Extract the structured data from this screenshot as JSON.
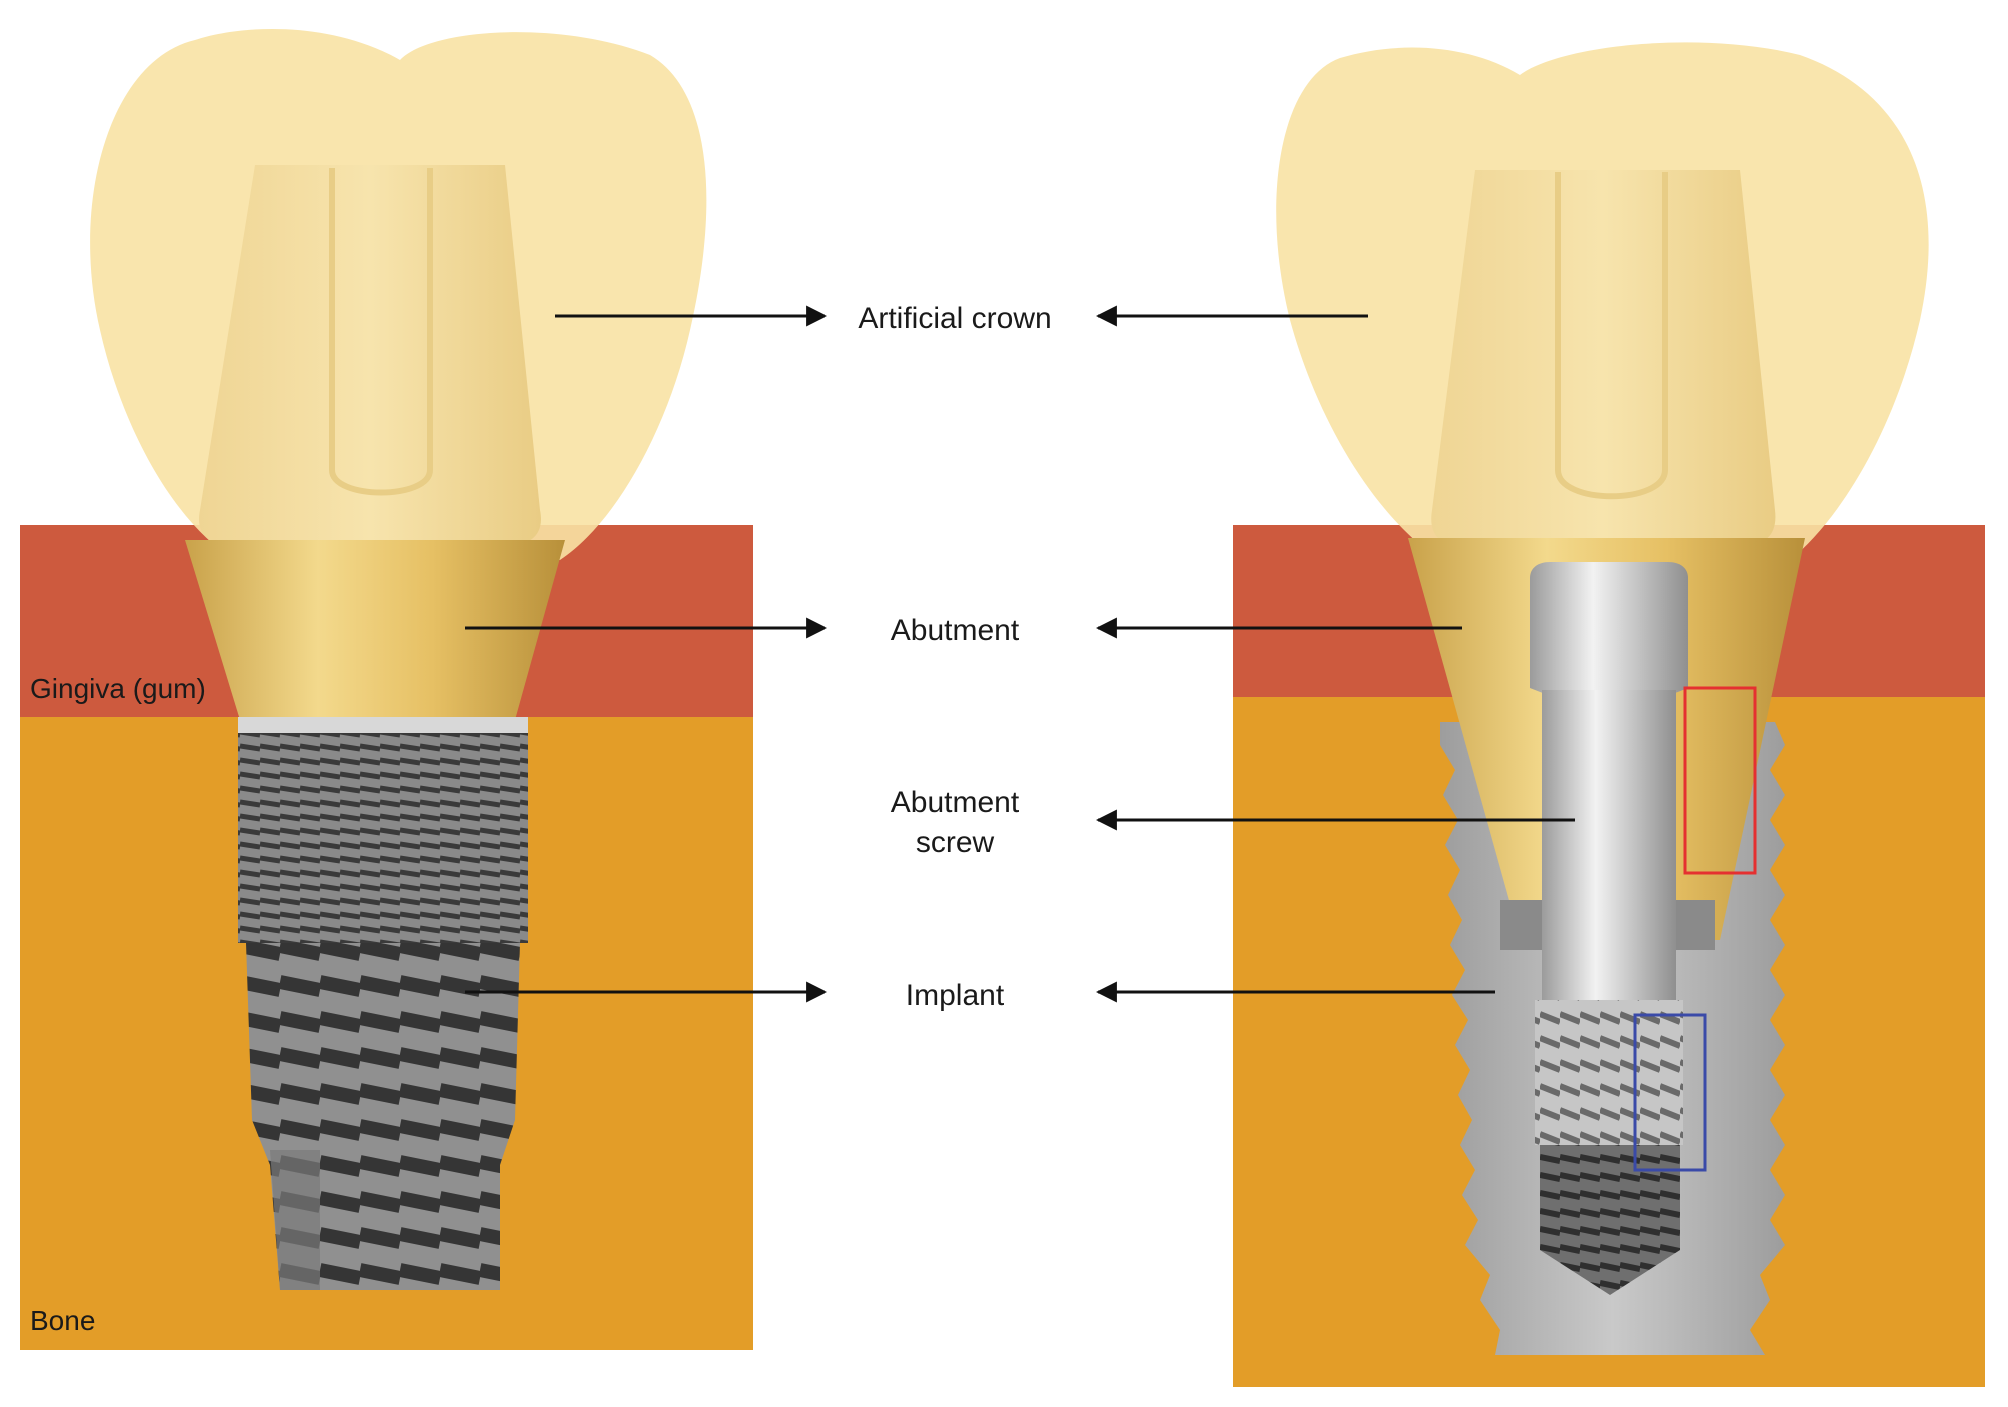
{
  "labels": {
    "artificial_crown": "Artificial crown",
    "abutment": "Abutment",
    "abutment_screw_line1": "Abutment",
    "abutment_screw_line2": "screw",
    "implant": "Implant",
    "gingiva": "Gingiva (gum)",
    "bone": "Bone"
  },
  "colors": {
    "gingiva": "#cd5a3e",
    "bone": "#e39d28",
    "crown": "#f8e2a4",
    "abutment_gold": "#e9c56c",
    "implant_metal": "#6d6d6d",
    "screw_silver": "#d6d6d6",
    "highlight_red": "#e53030",
    "highlight_blue": "#3a4aa8"
  }
}
